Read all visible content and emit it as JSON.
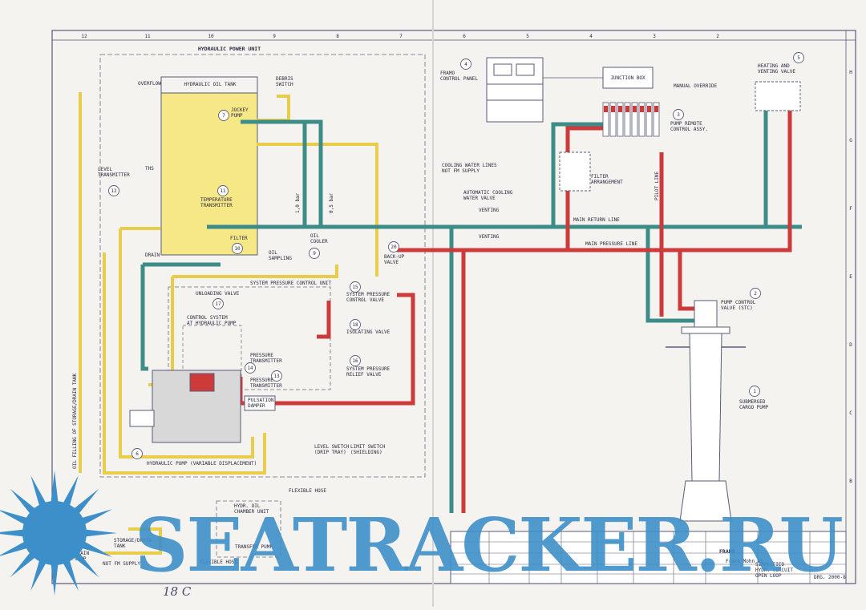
{
  "colors": {
    "paper": "#f4f3ef",
    "frame": "#5a5a78",
    "tank_fill": "#f6e886",
    "yellow_line": "#e8cc4a",
    "green_line": "#3d8c88",
    "red_line": "#cc3a3a",
    "watermark": "#3d8fc9"
  },
  "grid_columns": [
    "12",
    "11",
    "10",
    "9",
    "8",
    "7",
    "6",
    "5",
    "4",
    "3",
    "2"
  ],
  "grid_rows": [
    "H",
    "G",
    "F",
    "E",
    "D",
    "C",
    "B"
  ],
  "hpu": {
    "title": "HYDRAULIC POWER UNIT",
    "oil_tank": "HYDRAULIC OIL TANK",
    "overflow": "OVERFLOW",
    "debris_switch": [
      "DEBRIS",
      "SWITCH"
    ],
    "jockey_pump": [
      "JOCKEY",
      "PUMP"
    ],
    "jockey_no": "7",
    "level_transmitter": [
      "LEVEL",
      "TRANSMITTER"
    ],
    "level_no": "12",
    "ths": "THS",
    "temp_transmitter": [
      "TEMPERATURE",
      "TRANSMITTER"
    ],
    "temp_no": "11",
    "filter": "FILTER",
    "filter_no": "10",
    "drain": "DRAIN",
    "oil_cooler": [
      "OIL",
      "COOLER"
    ],
    "cooler_no": "9",
    "oil_sampling": [
      "OIL",
      "SAMPLING"
    ],
    "bar_1": "1,0 bar",
    "bar_2": "0,5 bar",
    "backup_valve": [
      "BACK-UP",
      "VALVE"
    ],
    "backup_no": "20"
  },
  "system_pressure": {
    "title": "SYSTEM PRESSURE CONTROL UNIT",
    "unloading_valve": "UNLOADING VALVE",
    "unloading_no": "17",
    "spc_valve": [
      "SYSTEM PRESSURE",
      "CONTROL VALVE"
    ],
    "spc_no": "15",
    "isolating_valve": "ISOLATING VALVE",
    "isolating_no": "18",
    "relief_valve": [
      "SYSTEM PRESSURE",
      "RELIEF VALVE"
    ],
    "relief_no": "16",
    "control_system": [
      "CONTROL SYSTEM",
      "AT HYDRAULIC PUMP"
    ],
    "pressure_transmitter_1": [
      "PRESSURE",
      "TRANSMITTER"
    ],
    "pt1_no": "14",
    "pressure_transmitter_2": [
      "PRESSURE",
      "TRANSMITTER"
    ],
    "pt2_no": "13",
    "pulsation_damper": [
      "PULSATION",
      "DAMPER"
    ],
    "hydraulic_pump": "HYDRAULIC PUMP (VARIABLE DISPLACEMENT)",
    "pump_no": "6"
  },
  "legend": {
    "level_switch": [
      "LEVEL SWITCH",
      "(DRIP TRAY)"
    ],
    "limit_switch": [
      "LIMIT SWITCH",
      "(SHIELDING)"
    ]
  },
  "right_side": {
    "frame_panel": [
      "FRAMO",
      "CONTROL PANEL"
    ],
    "panel_no": "4",
    "junction_box": "JUNCTION BOX",
    "manual_override": "MANUAL OVERRIDE",
    "pump_remote": [
      "PUMP REMOTE",
      "CONTROL ASSY."
    ],
    "remote_no": "3",
    "heating_venting": [
      "HEATING AND",
      "VENTING VALVE"
    ],
    "heating_no": "5",
    "cooling_water": [
      "COOLING WATER LINES",
      "NOT FM SUPPLY"
    ],
    "auto_cooling": [
      "AUTOMATIC COOLING",
      "WATER VALVE"
    ],
    "filter_arrangement": [
      "FILTER",
      "ARRANGEMENT"
    ],
    "venting_1": "VENTING",
    "venting_2": "VENTING",
    "main_return": "MAIN RETURN LINE",
    "main_pressure": "MAIN PRESSURE LINE",
    "pilot_line": "PILOT LINE",
    "pump_control": [
      "PUMP CONTROL",
      "VALVE (STC)"
    ],
    "pump_control_no": "2",
    "cargo_pump": [
      "SUBMERGED",
      "CARGO PUMP"
    ],
    "cargo_no": "1"
  },
  "bottom": {
    "oil_filling": "OIL FILLING OF STORAGE/DRAIN TANK",
    "flexible_hose": "FLEXIBLE HOSE",
    "flexible_hose_2": "FLEXIBLE HOSE",
    "hydr_oil_unit": [
      "HYDR. OIL",
      "CHAMBER UNIT"
    ],
    "transfer_pump": "TRANSFER PUMP",
    "drain_sump": [
      "DRAIN",
      "SUMP"
    ],
    "not_fm_supply": "NOT FM SUPPLY",
    "storage_tank": [
      "STORAGE/DRAIN",
      "TANK"
    ]
  },
  "title_block": {
    "company": "FRAMO",
    "project": "Frank Mohn AS",
    "drawing_title": [
      "SIMPLIFIED",
      "HYDR. CIRCUIT",
      "OPEN LOOP"
    ],
    "drawing_no": "DRG. 2000-8"
  },
  "watermark": "SEATRACKER.RU",
  "handwritten": "18 C"
}
